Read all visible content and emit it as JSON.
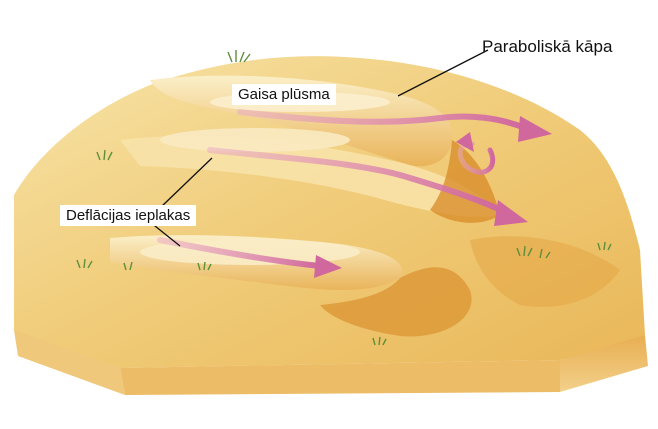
{
  "labels": {
    "parabolic_dune": "Paraboliskā kāpa",
    "air_flow": "Gaisa plūsma",
    "deflation_hollows": "Deflācijas ieplakas"
  },
  "colors": {
    "sand_light": "#f4dc98",
    "sand_mid": "#eec46a",
    "sand_dark": "#d9952e",
    "side_face": "#e2a646",
    "wind_arrow": "#d77aa8",
    "grass": "#5f8f3a"
  },
  "icons": [
    "wind-arrow-icon",
    "grass-tuft-icon"
  ]
}
